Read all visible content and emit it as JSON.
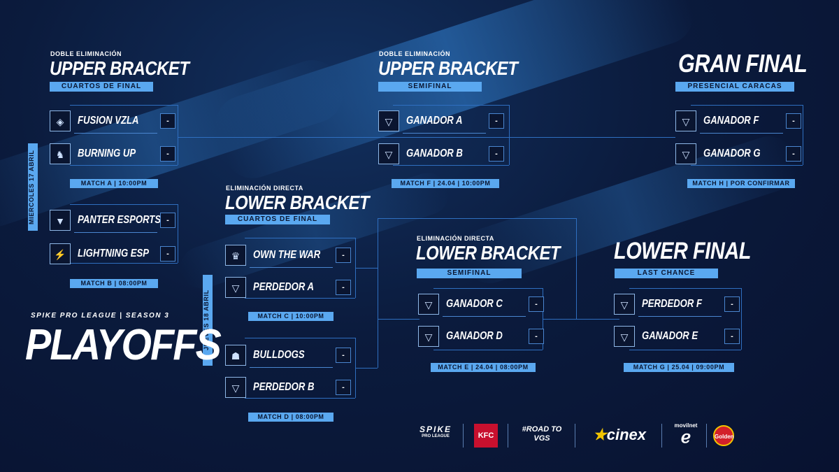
{
  "headers": {
    "ub_qf": {
      "small": "DOBLE ELIMINACIÓN",
      "big": "UPPER BRACKET",
      "sub": "CUARTOS DE FINAL"
    },
    "ub_sf": {
      "small": "DOBLE ELIMINACIÓN",
      "big": "UPPER BRACKET",
      "sub": "SEMIFINAL"
    },
    "gf": {
      "big": "GRAN FINAL",
      "sub": "PRESENCIAL CARACAS"
    },
    "lb_qf": {
      "small": "ELIMINACIÓN DIRECTA",
      "big": "LOWER BRACKET",
      "sub": "CUARTOS DE FINAL"
    },
    "lb_sf": {
      "small": "ELIMINACIÓN DIRECTA",
      "big": "LOWER BRACKET",
      "sub": "SEMIFINAL"
    },
    "lf": {
      "big": "LOWER FINAL",
      "sub": "LAST CHANCE"
    }
  },
  "dates": {
    "wed": "MIERCOLES 17 ABRIL",
    "thu": "JUEVES 18 ABRIL"
  },
  "matches": {
    "a": {
      "label": "MATCH A | 10:00PM",
      "t1": "FUSION VZLA",
      "t2": "BURNING UP",
      "s1": "-",
      "s2": "-"
    },
    "b": {
      "label": "MATCH B | 08:00PM",
      "t1": "PANTER ESPORTS",
      "t2": "LIGHTNING ESP",
      "s1": "-",
      "s2": "-"
    },
    "c": {
      "label": "MATCH C | 10:00PM",
      "t1": "OWN THE WAR",
      "t2": "PERDEDOR A",
      "s1": "-",
      "s2": "-"
    },
    "d": {
      "label": "MATCH D | 08:00PM",
      "t1": "BULLDOGS",
      "t2": "PERDEDOR B",
      "s1": "-",
      "s2": "-"
    },
    "e": {
      "label": "MATCH E | 24.04 | 08:00PM",
      "t1": "GANADOR C",
      "t2": "GANADOR D",
      "s1": "-",
      "s2": "-"
    },
    "f": {
      "label": "MATCH F | 24.04 | 10:00PM",
      "t1": "GANADOR A",
      "t2": "GANADOR B",
      "s1": "-",
      "s2": "-"
    },
    "g": {
      "label": "MATCH G | 25.04 | 09:00PM",
      "t1": "PERDEDOR F",
      "t2": "GANADOR E",
      "s1": "-",
      "s2": "-"
    },
    "h": {
      "label": "MATCH H | POR CONFIRMAR",
      "t1": "GANADOR F",
      "t2": "GANADOR G",
      "s1": "-",
      "s2": "-"
    }
  },
  "title": {
    "sub": "SPIKE PRO LEAGUE | SEASON 3",
    "big": "PLAYOFFS"
  },
  "sponsors": {
    "spike": "SPIKE",
    "spike_sub": "PRO LEAGUE",
    "kfc": "KFC",
    "road": "#ROAD TO VGS",
    "cinex": "cinex",
    "movilnet": "movilnet",
    "golden": "Golden"
  },
  "colors": {
    "accent": "#5aa8f0",
    "background": "#0a1530",
    "lines": "#2f6fc0"
  }
}
